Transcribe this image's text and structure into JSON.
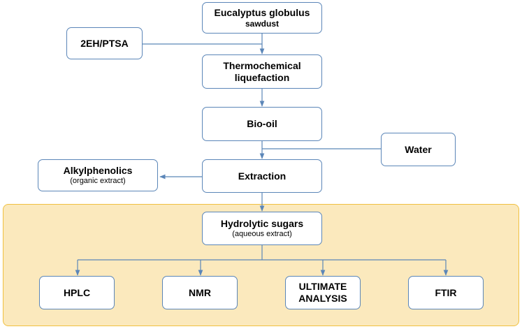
{
  "nodes": {
    "sawdust": {
      "title": "Eucalyptus globulus",
      "subtitle": "sawdust"
    },
    "catalyst": {
      "title": "2EH/PTSA"
    },
    "liquefaction": {
      "line1": "Thermochemical",
      "line2": "liquefaction"
    },
    "biooil": {
      "title": "Bio-oil"
    },
    "water": {
      "title": "Water"
    },
    "alkylphenolics": {
      "title": "Alkylphenolics",
      "subtitle": "(organic extract)"
    },
    "extraction": {
      "title": "Extraction"
    },
    "sugars": {
      "title": "Hydrolytic sugars",
      "subtitle": "(aqueous extract)"
    },
    "hplc": {
      "title": "HPLC"
    },
    "nmr": {
      "title": "NMR"
    },
    "ultimate": {
      "line1": "ULTIMATE",
      "line2": "ANALYSIS"
    },
    "ftir": {
      "title": "FTIR"
    }
  },
  "colors": {
    "box_border": "#5b86b8",
    "arrow": "#5b86b8",
    "panel_fill": "#fbe9bd",
    "panel_border": "#f0c040"
  }
}
